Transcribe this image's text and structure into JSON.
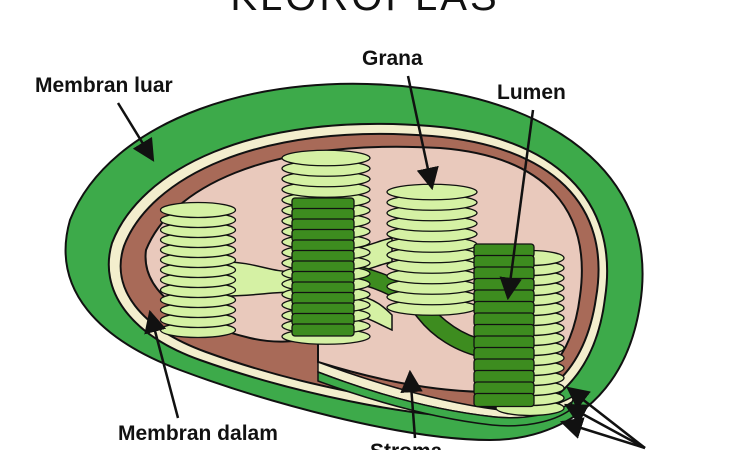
{
  "diagram": {
    "title": "KLOROPLAS",
    "labels": {
      "outer_membrane": "Membran luar",
      "inner_membrane": "Membran dalam",
      "grana": "Grana",
      "lumen": "Lumen",
      "stroma": "Stroma"
    },
    "colors": {
      "outer_green": "#3daa4a",
      "membrane_light": "#f3eecd",
      "inner_brown": "#a86a58",
      "stroma_fill": "#e9c9bc",
      "disc_light": "#d5f1a4",
      "disc_dark": "#3d8c1f",
      "outline": "#111111"
    }
  }
}
